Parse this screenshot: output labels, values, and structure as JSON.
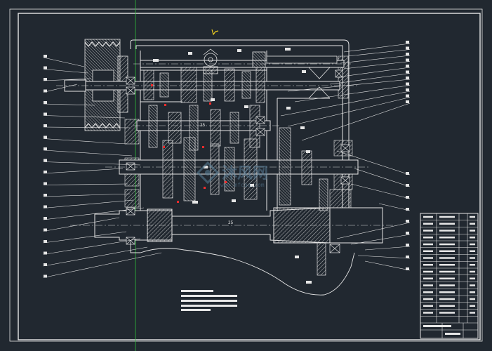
{
  "watermark": {
    "name": "沐风网",
    "url": "www.mfcad.com"
  },
  "dimensions": {
    "upper_shaft_mark": "25",
    "spindle_mark": "25"
  },
  "colors": {
    "background": "#212830",
    "line": "#e6e6e6",
    "hatch": "#cfcfcf",
    "centerline": "#d8d8d8",
    "crosshair": "#2fbf3a",
    "marker": "#ff2b2b",
    "cursor": "#f0d020"
  },
  "drawing": {
    "type": "lathe spindle box assembly section",
    "left_leaders": 20,
    "right_leaders": 20,
    "title_block_rows": 16
  }
}
